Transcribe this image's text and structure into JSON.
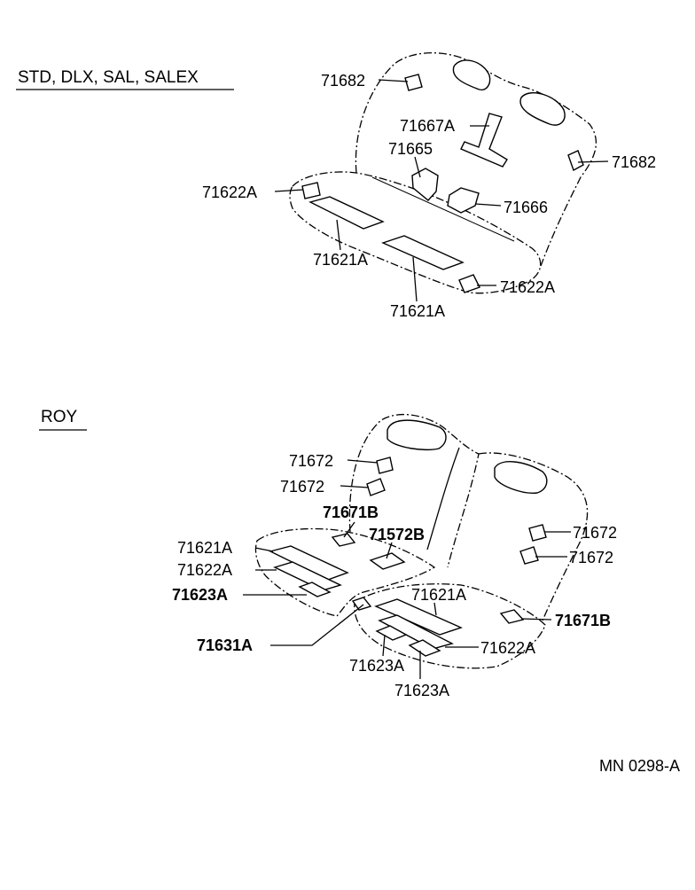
{
  "sections": [
    {
      "heading": "STD, DLX, SAL, SALEX"
    },
    {
      "heading": "ROY"
    }
  ],
  "labels": {
    "s1": [
      "71682",
      "71667A",
      "71665",
      "71682",
      "71622A",
      "71666",
      "71621A",
      "71621A",
      "71622A"
    ],
    "s2": [
      "71672",
      "71672",
      "71671B",
      "71572B",
      "71672",
      "71621A",
      "71672",
      "71622A",
      "71623A",
      "71621A",
      "71671B",
      "71631A",
      "71622A",
      "71623A",
      "71623A"
    ]
  },
  "diagram_code": "MN  0298-A"
}
